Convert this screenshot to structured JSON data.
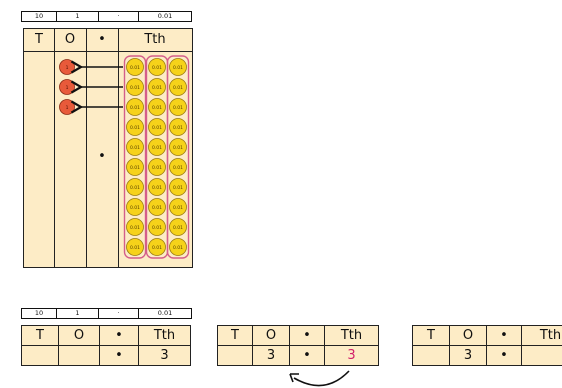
{
  "key_top": [
    "10",
    "1",
    "·",
    "0.01"
  ],
  "key_bottom": [
    "10",
    "1",
    "·",
    "0.01"
  ],
  "chart_headers": [
    "T",
    "O",
    "•",
    "Tth"
  ],
  "chart_point": "•",
  "counter_one_label": "1",
  "counter_hundredth_label": "0.01",
  "counters": {
    "ones": 3,
    "hundredths_columns": 3,
    "hundredths_per_column": 10
  },
  "table1": {
    "headers": [
      "T",
      "O",
      "•",
      "Tth"
    ],
    "row": [
      "",
      "",
      "•",
      "3"
    ]
  },
  "table2": {
    "headers": [
      "T",
      "O",
      "•",
      "Tth"
    ],
    "row": [
      "",
      "3",
      "•",
      "3"
    ]
  },
  "table3": {
    "headers": [
      "T",
      "O",
      "•",
      "Tth"
    ],
    "row": [
      "",
      "3",
      "•",
      ""
    ]
  },
  "colors": {
    "chart_fill": "#fdecc6",
    "one_counter": "#e85a3a",
    "hundredth_counter": "#f6d21a",
    "group_outline": "#d45e8a",
    "highlight_digit": "#d21f6a"
  }
}
